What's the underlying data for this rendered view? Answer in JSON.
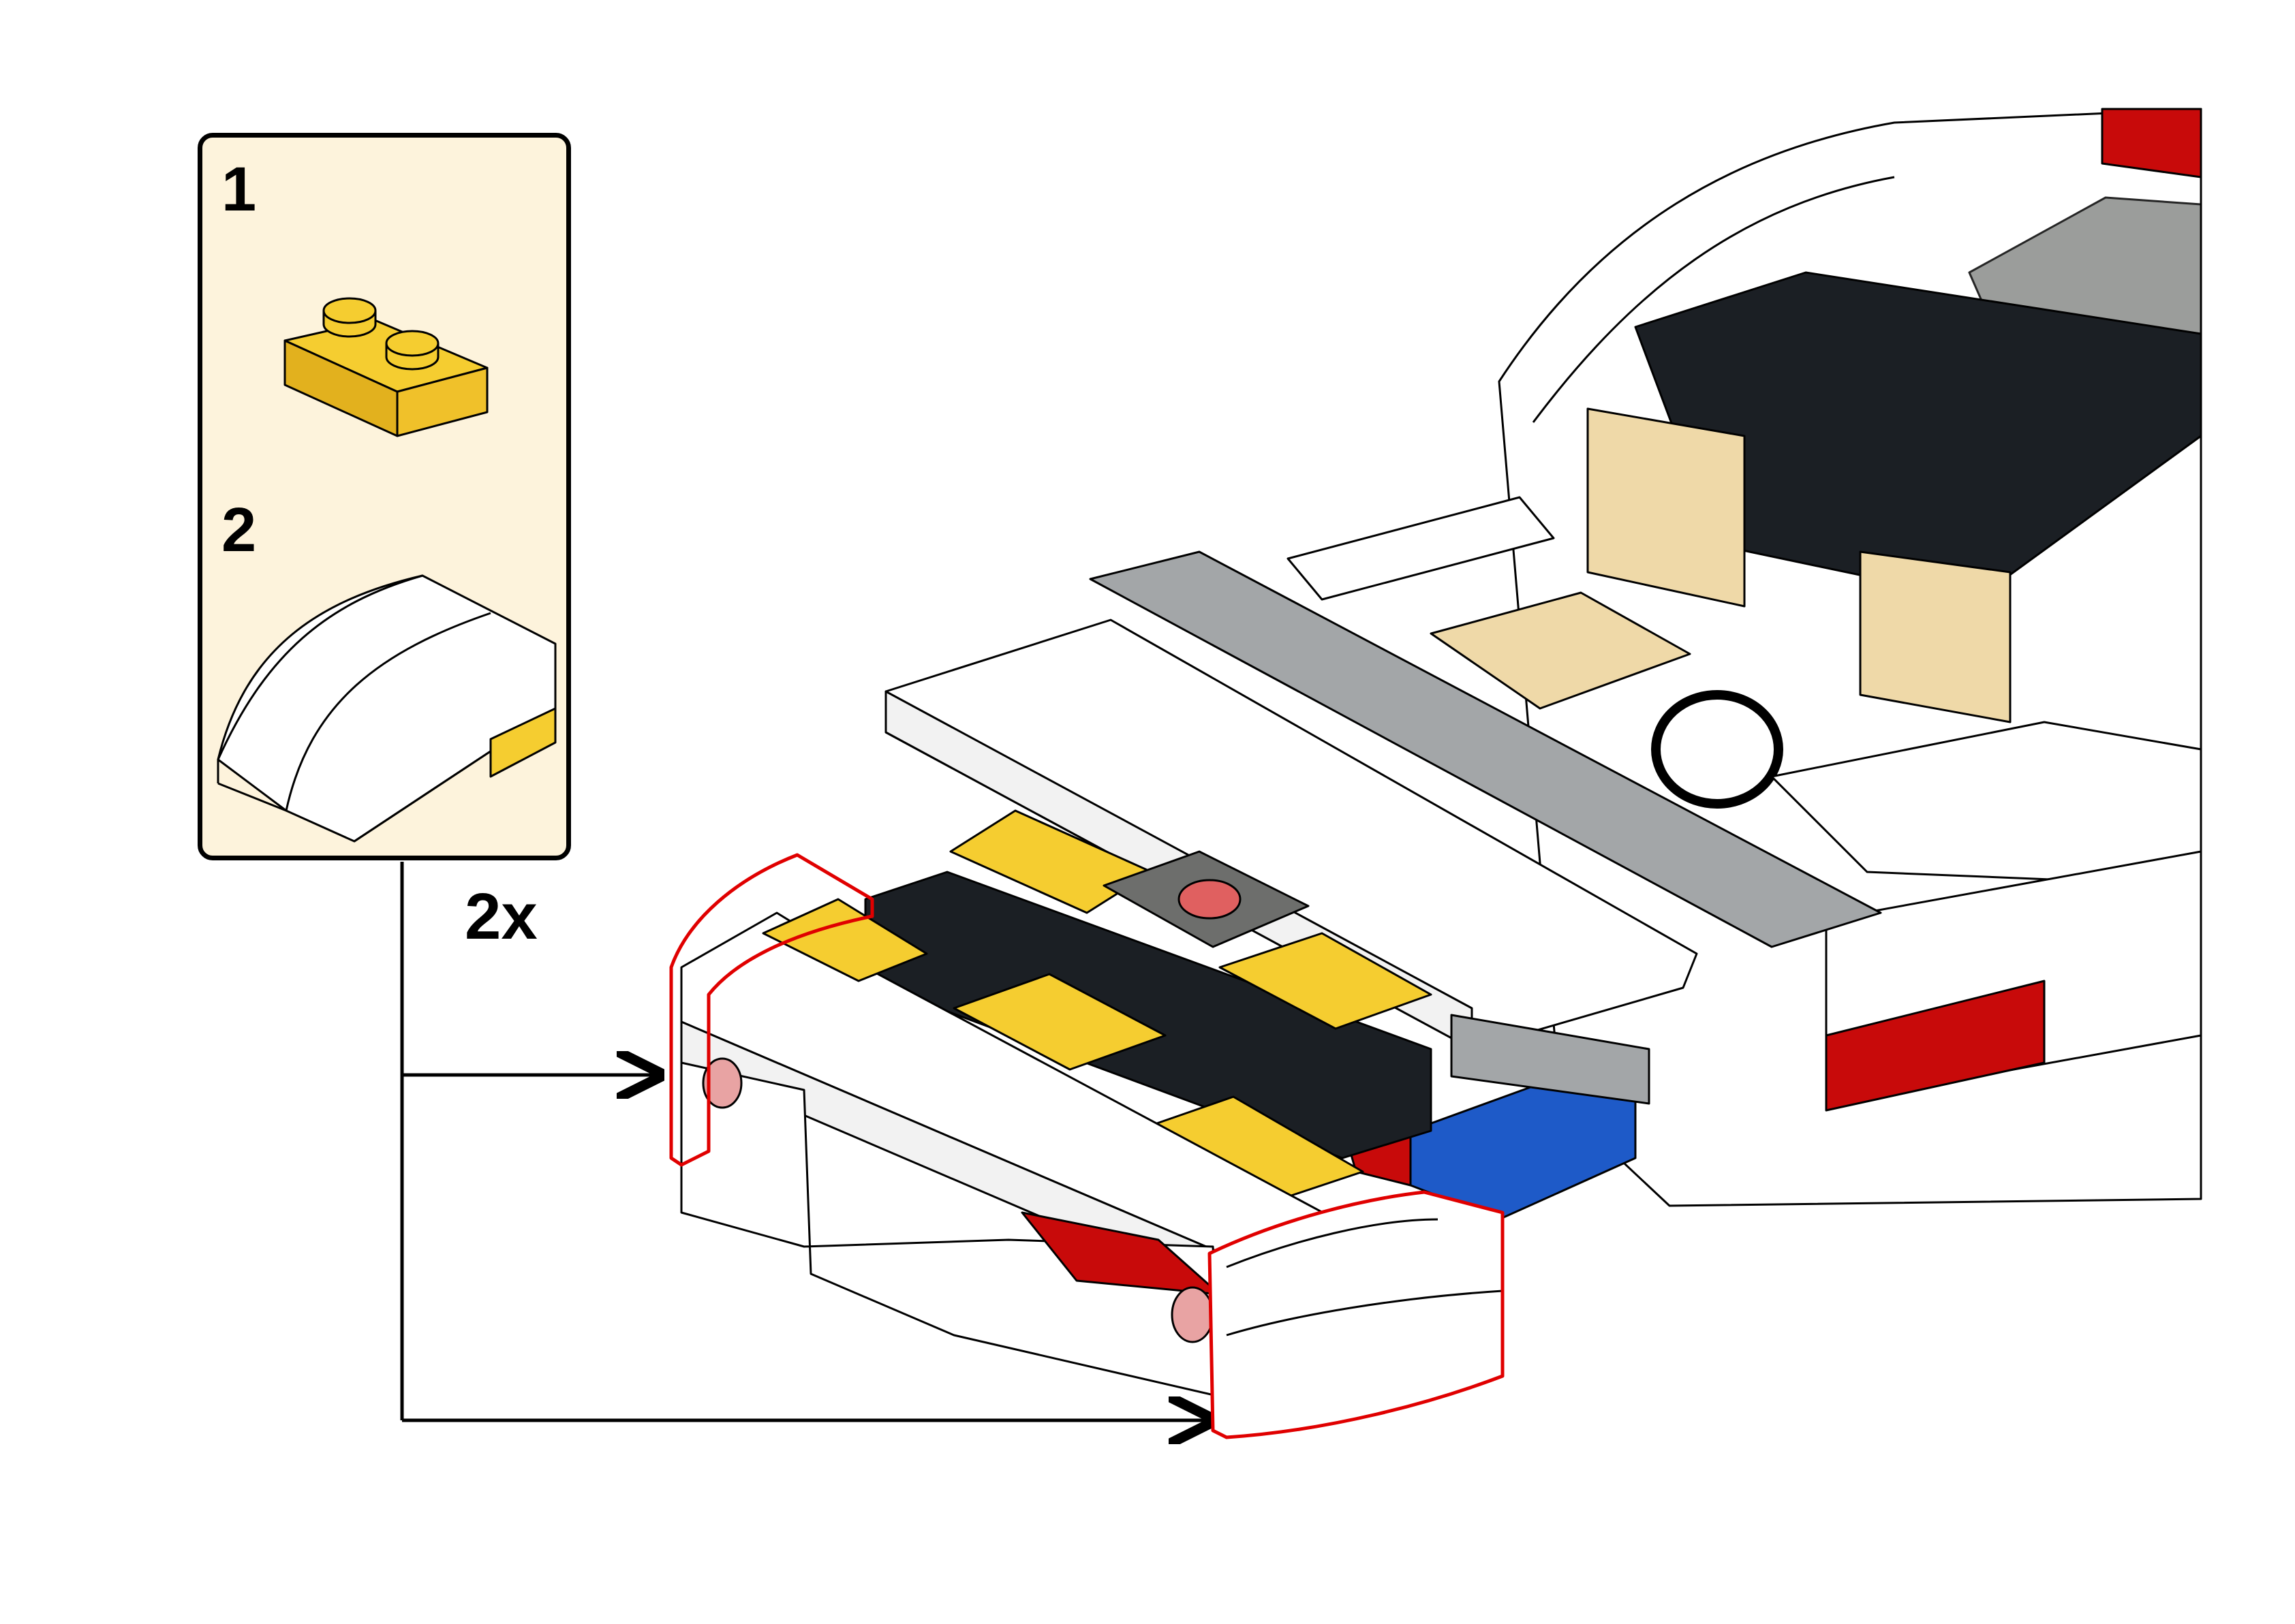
{
  "callout": {
    "steps": [
      {
        "number": "1",
        "part": "yellow-plate-1x2"
      },
      {
        "number": "2",
        "part": "white-curved-slope-with-yellow"
      }
    ],
    "multiplier": "2x"
  },
  "colors": {
    "callout_background": "#fdf3dc",
    "brick_yellow": "#f5cd30",
    "brick_white": "#ffffff",
    "brick_black": "#1b1f24",
    "brick_gray": "#a3a6a8",
    "brick_red": "#c80a0a",
    "brick_blue": "#1e5ac8",
    "brick_tan": "#efd9a8",
    "highlight_outline": "#e00000"
  }
}
